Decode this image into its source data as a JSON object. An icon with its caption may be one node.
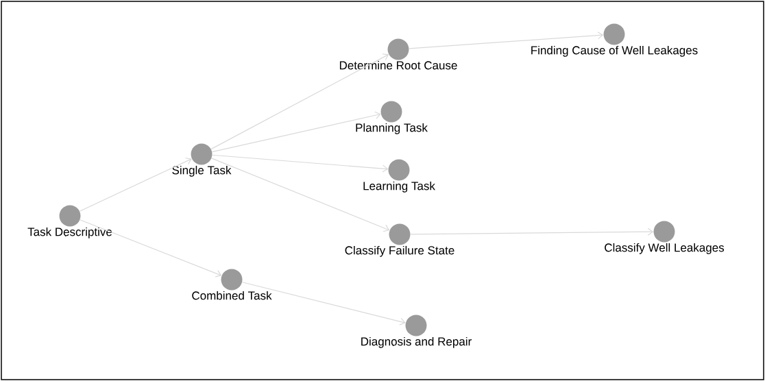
{
  "diagram": {
    "nodes": [
      {
        "text": [
          "Task Descriptive"
        ]
      },
      {
        "text": [
          "Single Task"
        ]
      },
      {
        "text": [
          "Determine Root Cause"
        ]
      },
      {
        "text": [
          "Finding Cause of Well Leakages"
        ]
      },
      {
        "text": [
          "Planning Task"
        ]
      },
      {
        "text": [
          "Learning Task"
        ]
      },
      {
        "text": [
          "Classify Failure State"
        ]
      },
      {
        "text": [
          "Classify Well Leakages"
        ]
      },
      {
        "text": [
          "Combined Task"
        ]
      },
      {
        "text": [
          "Diagnosis and Repair"
        ]
      }
    ],
    "edges": [
      {
        "from": 0,
        "to": 1,
        "arrow": "to"
      },
      {
        "from": 1,
        "to": 2,
        "arrow": "to"
      },
      {
        "from": 2,
        "to": 3,
        "arrow": "to"
      },
      {
        "from": 1,
        "to": 4,
        "arrow": "to"
      },
      {
        "from": 1,
        "to": 5,
        "arrow": "to"
      },
      {
        "from": 1,
        "to": 6,
        "arrow": "to"
      },
      {
        "from": 6,
        "to": 7,
        "arrow": "to"
      },
      {
        "from": 0,
        "to": 8,
        "arrow": "to"
      },
      {
        "from": 8,
        "to": 9,
        "arrow": "to"
      }
    ]
  }
}
